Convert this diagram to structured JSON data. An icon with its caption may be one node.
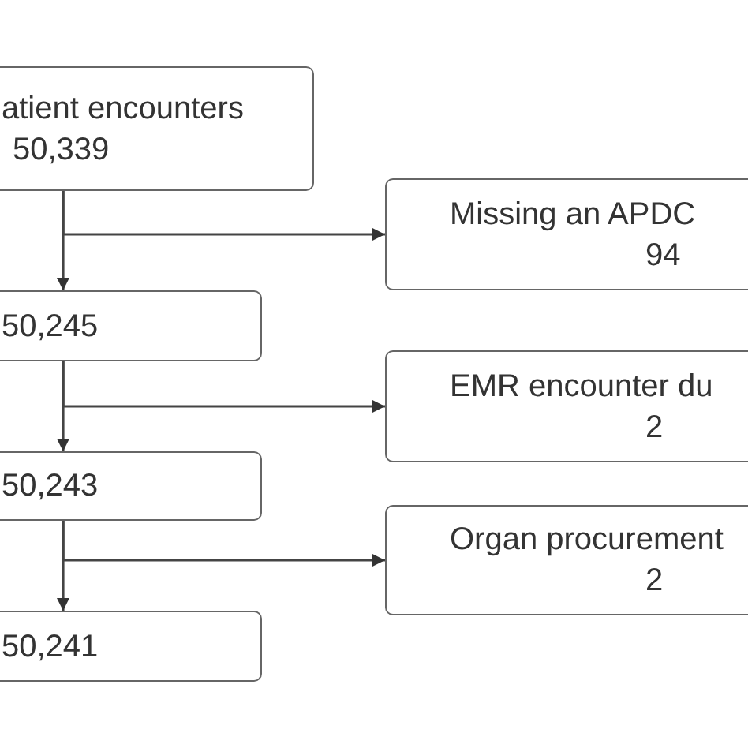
{
  "diagram": {
    "nodes": [
      {
        "text": [
          "atient encounters",
          "50,339"
        ]
      },
      {
        "text": [
          "Missing an APDC",
          "94"
        ]
      },
      {
        "text": [
          "50,245"
        ]
      },
      {
        "text": [
          "EMR encounter du",
          "2"
        ]
      },
      {
        "text": [
          "50,243"
        ]
      },
      {
        "text": [
          "Organ procurement",
          "2"
        ]
      },
      {
        "text": [
          "50,241"
        ]
      }
    ],
    "edges": [
      {
        "from": 0,
        "to": 2,
        "arrow": "to"
      },
      {
        "from": 0,
        "to": 1,
        "arrow": "to"
      },
      {
        "from": 2,
        "to": 4,
        "arrow": "to"
      },
      {
        "from": 2,
        "to": 3,
        "arrow": "to"
      },
      {
        "from": 4,
        "to": 6,
        "arrow": "to"
      },
      {
        "from": 4,
        "to": 5,
        "arrow": "to"
      }
    ]
  }
}
